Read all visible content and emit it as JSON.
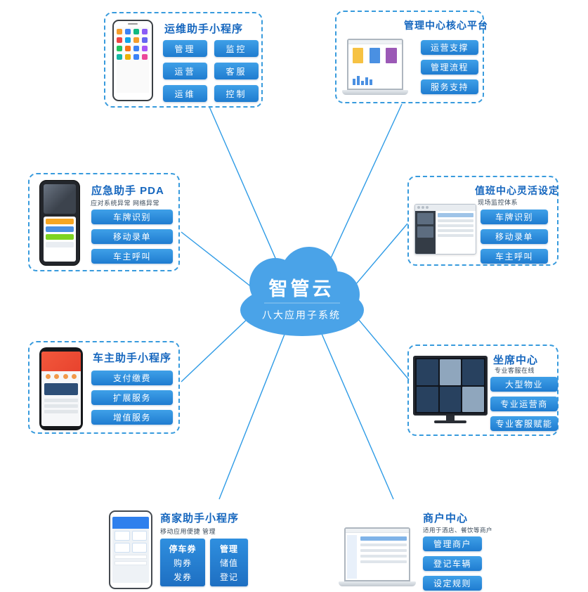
{
  "cloud": {
    "title": "智管云",
    "subtitle": "八大应用子系统"
  },
  "groups": [
    {
      "title": "运维助手小程序",
      "buttons": [
        "管理",
        "监控",
        "运营",
        "客服",
        "运维",
        "控制"
      ]
    },
    {
      "title": "管理中心核心平台",
      "buttons": [
        "运营支撑",
        "管理流程",
        "服务支持"
      ]
    },
    {
      "title": "应急助手 PDA",
      "subtitle": "应对系统异常 网络异常",
      "buttons": [
        "车牌识别",
        "移动录单",
        "车主呼叫"
      ]
    },
    {
      "title": "值班中心灵活设定",
      "subtitle": "现场监控体系",
      "buttons": [
        "车牌识别",
        "移动录单",
        "车主呼叫"
      ]
    },
    {
      "title": "车主助手小程序",
      "buttons": [
        "支付缴费",
        "扩展服务",
        "增值服务"
      ]
    },
    {
      "title": "坐席中心",
      "subtitle": "专业客服在线",
      "buttons": [
        "大型物业",
        "专业运营商",
        "专业客服赋能"
      ]
    },
    {
      "title": "商家助手小程序",
      "subtitle": "移动应用便捷 管理",
      "blocks": [
        {
          "lines": [
            "停车券",
            "购券",
            "发券"
          ]
        },
        {
          "lines": [
            "管理",
            "储值",
            "登记"
          ]
        }
      ]
    },
    {
      "title": "商户中心",
      "subtitle": "适用于酒店、餐饮等商户",
      "buttons": [
        "管理商户",
        "登记车辆",
        "设定规则"
      ]
    }
  ],
  "colors": {
    "accent": "#2E9BE6",
    "cloud": "#4AA3E8",
    "button": "#1F7CD0",
    "title": "#1566BE"
  }
}
